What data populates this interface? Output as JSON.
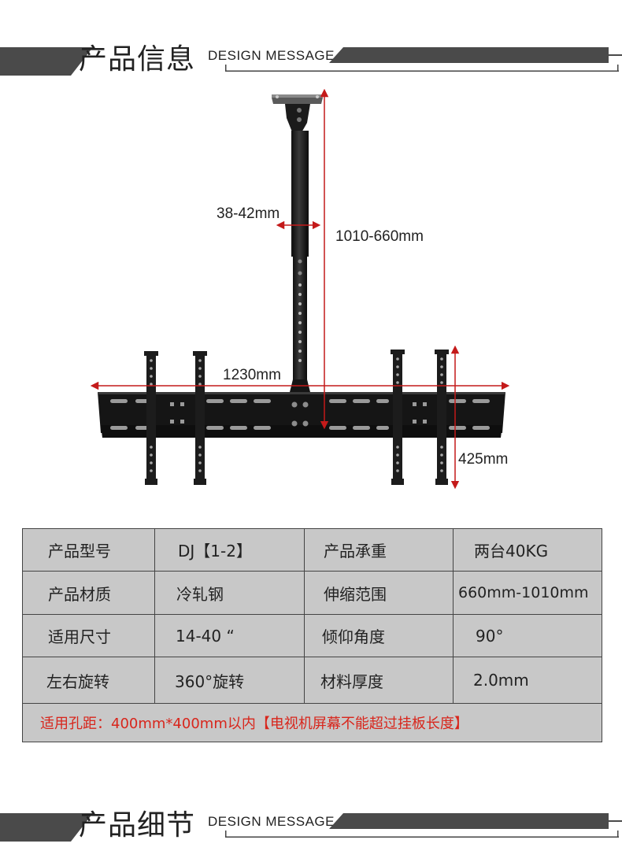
{
  "section1": {
    "title": "产品信息",
    "subtitle": "DESIGN MESSAGE"
  },
  "section2": {
    "title": "产品细节",
    "subtitle": "DESIGN MESSAGE"
  },
  "diagram": {
    "dims": {
      "tube_diameter": "38-42mm",
      "height_range": "1010-660mm",
      "width": "1230mm",
      "arm_height": "425mm"
    }
  },
  "spec_table": {
    "rows": [
      [
        "产品型号",
        "DJ【1-2】",
        "产品承重",
        "两台40KG"
      ],
      [
        "产品材质",
        "冷轧钢",
        "伸缩范围",
        "660mm-1010mm"
      ],
      [
        "适用尺寸",
        "14-40 “",
        "倾仰角度",
        "90°"
      ],
      [
        "左右旋转",
        "360°旋转",
        "材料厚度",
        "2.0mm"
      ]
    ],
    "note": "适用孔距：400mm*400mm以内【电视机屏幕不能超过挂板长度】"
  },
  "colors": {
    "band": "#4a4a4a",
    "dim_arrow": "#c41a1a",
    "table_bg": "#c8c8c8",
    "note_red": "#d8261c"
  }
}
